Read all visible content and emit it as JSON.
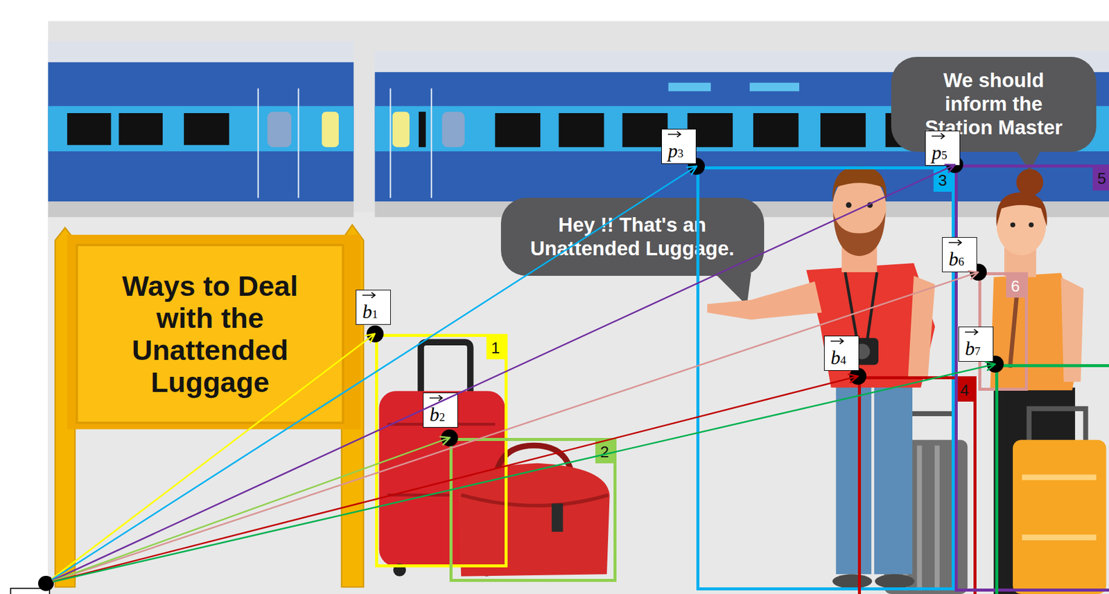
{
  "diagram": {
    "nodes": [
      {
        "text": []
      },
      {
        "text": [
          "Ways to Deal with the Unattended Luggage"
        ]
      },
      {
        "text": [
          "b1",
          "1"
        ]
      },
      {
        "text": [
          "b2",
          "2"
        ]
      },
      {
        "text": [
          "Hey !! That's an Unattended Luggage."
        ]
      },
      {
        "text": [
          "p3",
          "3"
        ]
      },
      {
        "text": [
          "b4",
          "4"
        ]
      },
      {
        "text": [
          "We should inform the Station Master"
        ]
      },
      {
        "text": [
          "p5",
          "5"
        ]
      },
      {
        "text": [
          "b6",
          "6"
        ],
        "in": 8
      },
      {
        "text": [
          "b7"
        ],
        "in": 8
      }
    ],
    "edges": [
      {
        "from": 0,
        "to": 2,
        "arrow": "to"
      },
      {
        "from": 0,
        "to": 5,
        "arrow": "to"
      },
      {
        "from": 0,
        "to": 8,
        "arrow": "to"
      },
      {
        "from": 0,
        "to": 9,
        "arrow": "to"
      },
      {
        "from": 0,
        "to": 3,
        "arrow": "to"
      },
      {
        "from": 0,
        "to": 6,
        "arrow": "to"
      },
      {
        "from": 0,
        "to": 10,
        "arrow": "to"
      }
    ]
  }
}
